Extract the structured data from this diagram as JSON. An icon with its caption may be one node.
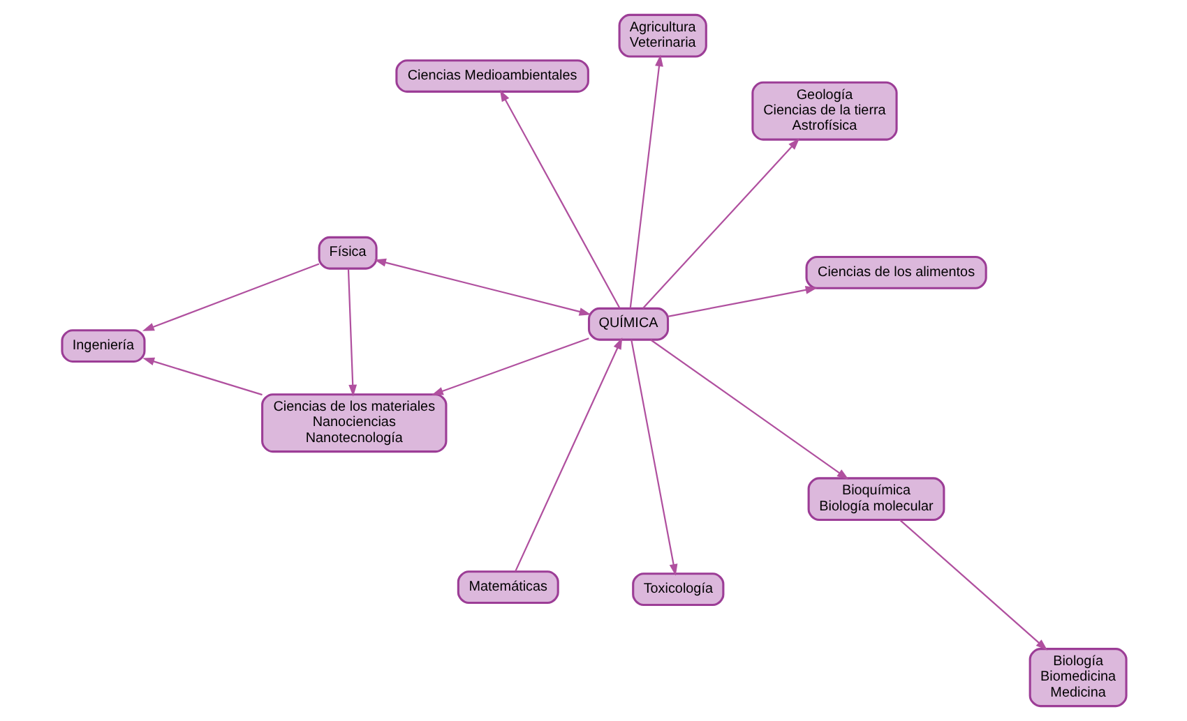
{
  "diagram": {
    "nodes": [
      {
        "text": [
          "QUÍMICA"
        ]
      },
      {
        "text": [
          "Ciencias de los alimentos"
        ]
      },
      {
        "text": [
          "Toxicología"
        ]
      },
      {
        "text": [
          "Ciencias Medioambientales"
        ]
      },
      {
        "text": [
          "Geología",
          "Ciencias de la tierra",
          "Astrofísica"
        ]
      },
      {
        "text": [
          "Agricultura",
          "Veterinaria"
        ]
      },
      {
        "text": [
          "Matemáticas"
        ]
      },
      {
        "text": [
          "Bioquímica",
          "Biología molecular"
        ]
      },
      {
        "text": [
          "Física"
        ]
      },
      {
        "text": [
          "Biología",
          "Biomedicina",
          "Medicina"
        ]
      },
      {
        "text": [
          "Ciencias de los materiales",
          "Nanociencias",
          "Nanotecnología"
        ]
      },
      {
        "text": [
          "Ingeniería"
        ]
      }
    ],
    "edges": [
      {
        "from": 0,
        "to": 1,
        "arrow": "to"
      },
      {
        "from": 0,
        "to": 2,
        "arrow": "to"
      },
      {
        "from": 0,
        "to": 3,
        "arrow": "to"
      },
      {
        "from": 0,
        "to": 4,
        "arrow": "to"
      },
      {
        "from": 0,
        "to": 5,
        "arrow": "to"
      },
      {
        "from": 6,
        "to": 0,
        "arrow": "to"
      },
      {
        "from": 0,
        "to": 7,
        "arrow": "to"
      },
      {
        "from": 0,
        "to": 8,
        "arrow": "both"
      },
      {
        "from": 0,
        "to": 10,
        "arrow": "to"
      },
      {
        "from": 7,
        "to": 9,
        "arrow": "to"
      },
      {
        "from": 8,
        "to": 10,
        "arrow": "to"
      },
      {
        "from": 8,
        "to": 11,
        "arrow": "to"
      },
      {
        "from": 10,
        "to": 11,
        "arrow": "to"
      }
    ]
  }
}
